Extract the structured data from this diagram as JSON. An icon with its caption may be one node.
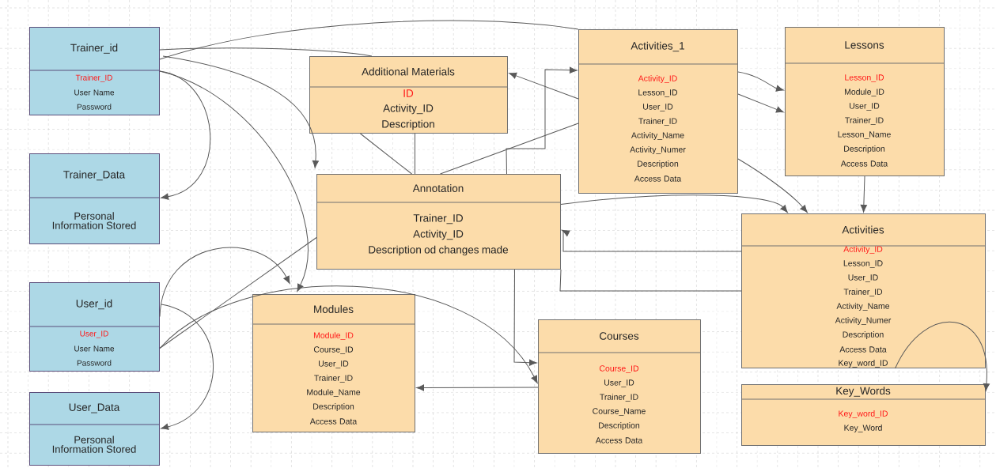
{
  "diagram": {
    "nodes": [
      {
        "text": [
          "Trainer_id",
          "Trainer_ID",
          "User Name",
          "Password"
        ]
      },
      {
        "text": [
          "Trainer_Data",
          "Personal Information Stored"
        ]
      },
      {
        "text": [
          "User_id",
          "User_ID",
          "User Name",
          "Password"
        ]
      },
      {
        "text": [
          "User_Data",
          "Personal Information Stored"
        ]
      },
      {
        "text": [
          "Additional Materials",
          "ID",
          "Activity_ID",
          "Description"
        ]
      },
      {
        "text": [
          "Activities_1",
          "Activity_ID",
          "Lesson_ID",
          "User_ID",
          "Trainer_ID",
          "Activity_Name",
          "Activity_Numer",
          "Description",
          "Access Data"
        ]
      },
      {
        "text": [
          "Lessons",
          "Lesson_ID",
          "Module_ID",
          "User_ID",
          "Trainer_ID",
          "Lesson_Name",
          "Description",
          "Access Data"
        ]
      },
      {
        "text": [
          "Annotation",
          "Trainer_ID",
          "Activity_ID",
          "Description od changes made"
        ]
      },
      {
        "text": [
          "Activities",
          "Activity_ID",
          "Lesson_ID",
          "User_ID",
          "Trainer_ID",
          "Activity_Name",
          "Activity_Numer",
          "Description",
          "Access Data",
          "Key_word_ID"
        ]
      },
      {
        "text": [
          "Modules",
          "Module_ID",
          "Course_ID",
          "User_ID",
          "Trainer_ID",
          "Module_Name",
          "Description",
          "Access Data"
        ]
      },
      {
        "text": [
          "Courses",
          "Course_ID",
          "User_ID",
          "Trainer_ID",
          "Course_Name",
          "Description",
          "Access Data"
        ]
      },
      {
        "text": [
          "Key_Words",
          "Key_word_ID",
          "Key_Word"
        ]
      }
    ],
    "edges": [
      {
        "from": 0,
        "to": 1,
        "arrow": "to"
      },
      {
        "from": 0,
        "to": 5,
        "arrow": "none"
      },
      {
        "from": 0,
        "to": 4,
        "arrow": "none"
      },
      {
        "from": 0,
        "to": 7,
        "arrow": "to"
      },
      {
        "from": 0,
        "to": 9,
        "arrow": "to"
      },
      {
        "from": 2,
        "to": 3,
        "arrow": "to"
      },
      {
        "from": 2,
        "to": 9,
        "arrow": "to"
      },
      {
        "from": 2,
        "to": 10,
        "arrow": "to"
      },
      {
        "from": 2,
        "to": 7,
        "arrow": "none"
      },
      {
        "from": 5,
        "to": 4,
        "arrow": "to"
      },
      {
        "from": 7,
        "to": 5,
        "arrow": "to"
      },
      {
        "from": 7,
        "to": 4,
        "arrow": "none"
      },
      {
        "from": 7,
        "to": 5,
        "arrow": "none"
      },
      {
        "from": 4,
        "to": 7,
        "arrow": "none"
      },
      {
        "from": 5,
        "to": 6,
        "arrow": "to"
      },
      {
        "from": 5,
        "to": 6,
        "arrow": "to"
      },
      {
        "from": 5,
        "to": 8,
        "arrow": "to"
      },
      {
        "from": 7,
        "to": 8,
        "arrow": "to"
      },
      {
        "from": 6,
        "to": 8,
        "arrow": "to"
      },
      {
        "from": 8,
        "to": 7,
        "arrow": "to"
      },
      {
        "from": 8,
        "to": 7,
        "arrow": "none"
      },
      {
        "from": 7,
        "to": 10,
        "arrow": "to"
      },
      {
        "from": 10,
        "to": 9,
        "arrow": "to"
      },
      {
        "from": 8,
        "to": 11,
        "arrow": "to"
      }
    ]
  }
}
